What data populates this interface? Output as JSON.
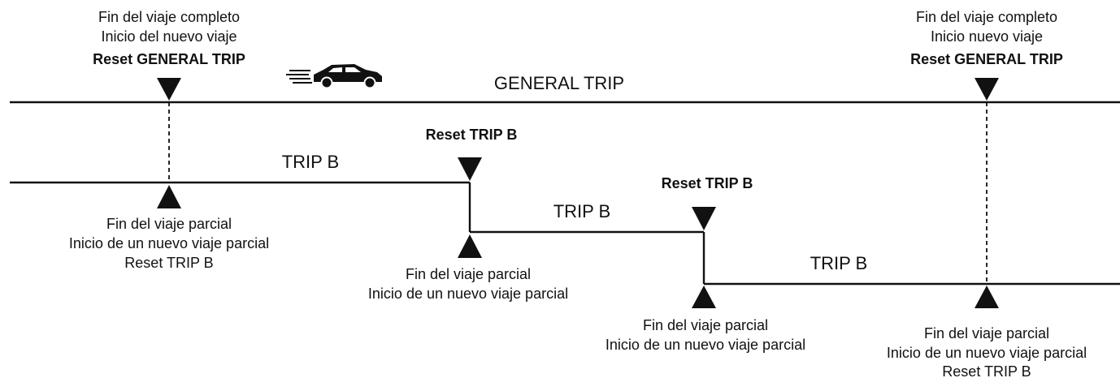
{
  "top_left": {
    "line1": "Fin del viaje completo",
    "line2": "Inicio del nuevo viaje",
    "reset": "Reset GENERAL TRIP"
  },
  "top_right": {
    "line1": "Fin del viaje completo",
    "line2": "Inicio nuevo viaje",
    "reset": "Reset GENERAL TRIP"
  },
  "general_trip_label": "GENERAL TRIP",
  "car_icon": "car-icon",
  "trip_b_labels": [
    "TRIP B",
    "TRIP B",
    "TRIP B"
  ],
  "reset_trip_b_1": "Reset TRIP B",
  "reset_trip_b_2": "Reset TRIP B",
  "partial_1": {
    "line1": "Fin del viaje parcial",
    "line2": "Inicio de un nuevo viaje parcial",
    "line3": "Reset TRIP B"
  },
  "partial_2": {
    "line1": "Fin del viaje parcial",
    "line2": "Inicio de un nuevo viaje parcial"
  },
  "partial_3": {
    "line1": "Fin del viaje parcial",
    "line2": "Inicio de un nuevo viaje parcial"
  },
  "partial_4": {
    "line1": "Fin del viaje parcial",
    "line2": "Inicio de un nuevo viaje parcial",
    "line3": "Reset TRIP B"
  }
}
